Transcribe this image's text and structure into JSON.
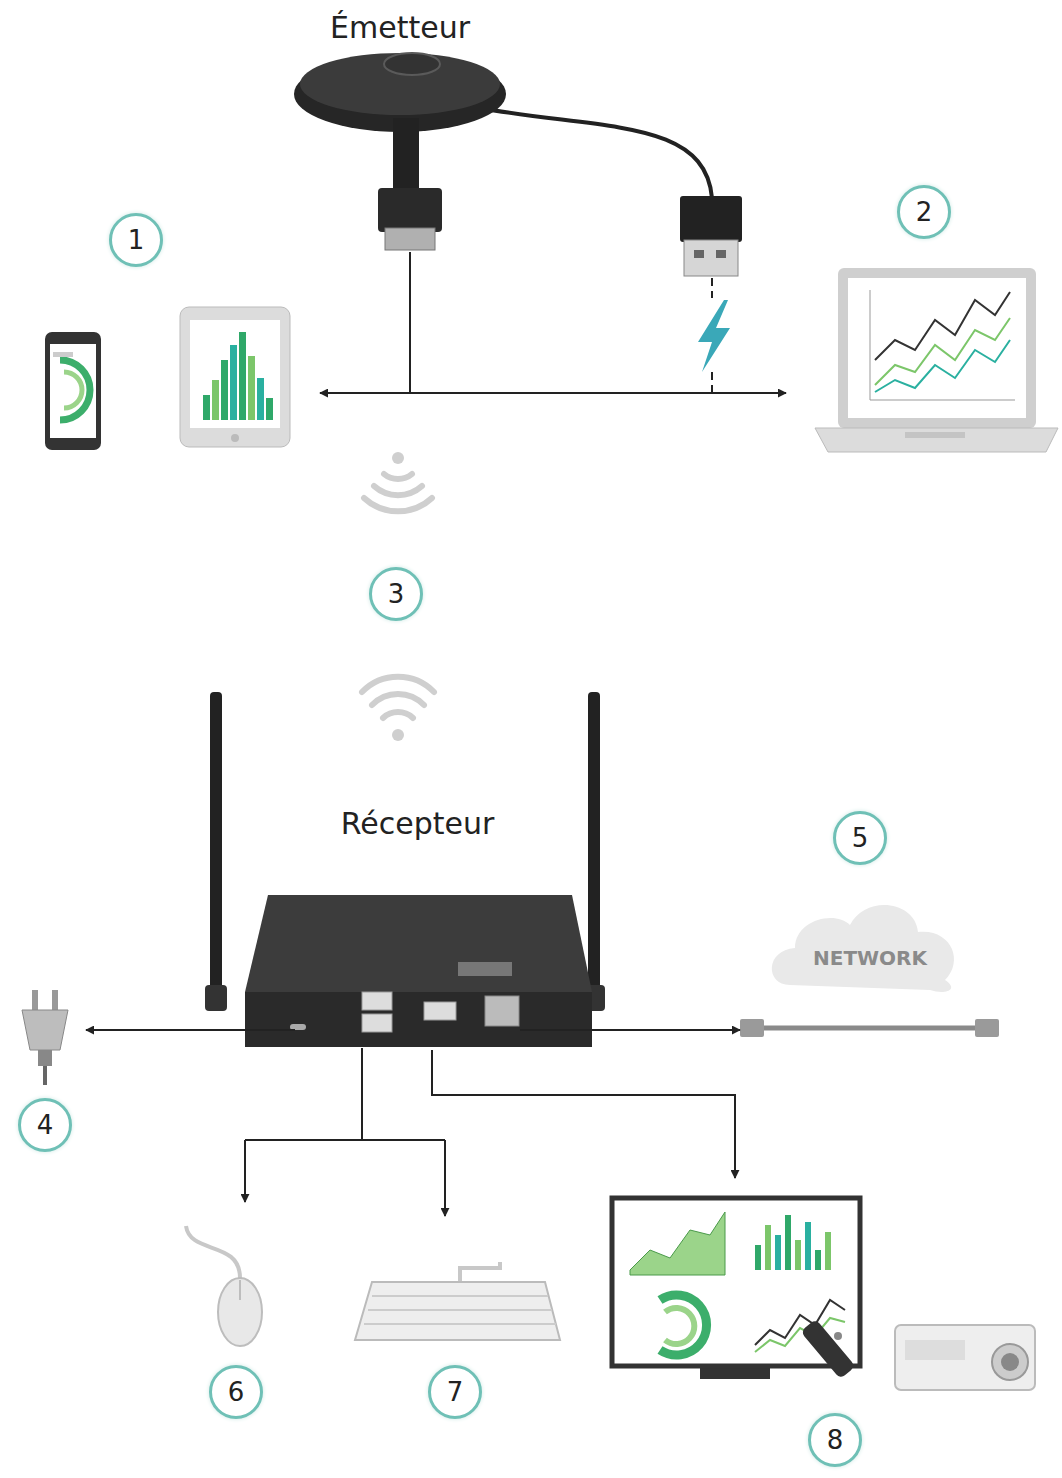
{
  "diagram": {
    "nodes": [
      {
        "text": [
          "Émetteur"
        ]
      },
      {
        "text": [
          "Récepteur"
        ]
      },
      {
        "text": [
          "NETWORK"
        ]
      }
    ],
    "edges": [
      {
        "from": 1,
        "to": 2,
        "arrow": "to"
      }
    ],
    "labels": [
      "1",
      "2",
      "3",
      "4",
      "5",
      "6",
      "7",
      "8"
    ]
  }
}
